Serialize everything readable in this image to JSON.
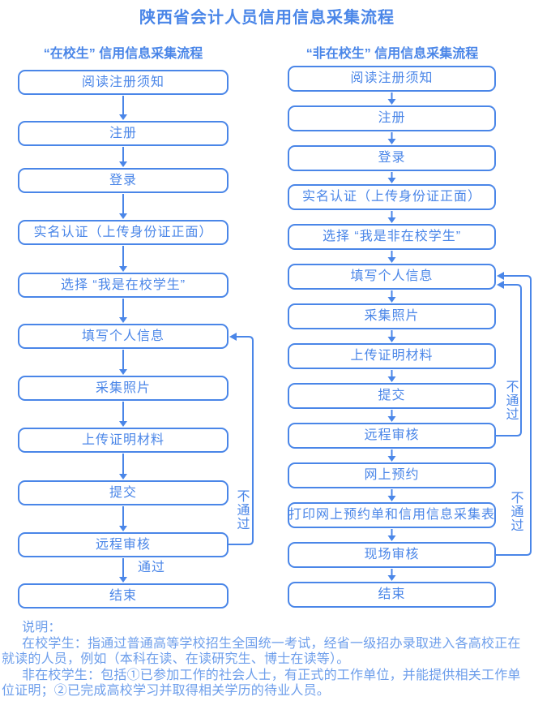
{
  "title": "陕西省会计人员信用信息采集流程",
  "columns": {
    "left": {
      "header": "“在校生” 信用信息采集流程",
      "steps": [
        "阅读注册须知",
        "注册",
        "登录",
        "实名认证（上传身份证正面）",
        "选择 “我是在校学生”",
        "填写个人信息",
        "采集照片",
        "上传证明材料",
        "提交",
        "远程审核",
        "结束"
      ]
    },
    "right": {
      "header": "“非在校生” 信用信息采集流程",
      "steps": [
        "阅读注册须知",
        "注册",
        "登录",
        "实名认证（上传身份证正面）",
        "选择 “我是非在校学生”",
        "填写个人信息",
        "采集照片",
        "上传证明材料",
        "提交",
        "远程审核",
        "网上预约",
        "打印网上预约单和信用信息采集表",
        "现场审核",
        "结束"
      ]
    }
  },
  "labels": {
    "pass": "通过",
    "fail": "不通过"
  },
  "note": {
    "lines": [
      {
        "text": "说明：",
        "indent": true
      },
      {
        "text": "在校学生：指通过普通高等学校招生全国统一考试，经省一级招办录取进入各高校正在",
        "indent": true
      },
      {
        "text": "就读的人员，例如（本科在读、在读研究生、博士在读等）。",
        "indent": false
      },
      {
        "text": "非在校学生：包括①已参加工作的社会人士，有正式的工作单位，并能提供相关工作单",
        "indent": true
      },
      {
        "text": "位证明；②已完成高校学习并取得相关学历的待业人员。",
        "indent": false
      }
    ]
  },
  "colors": {
    "primary": "#4a86e8",
    "note_text": "#6d9eeb"
  }
}
